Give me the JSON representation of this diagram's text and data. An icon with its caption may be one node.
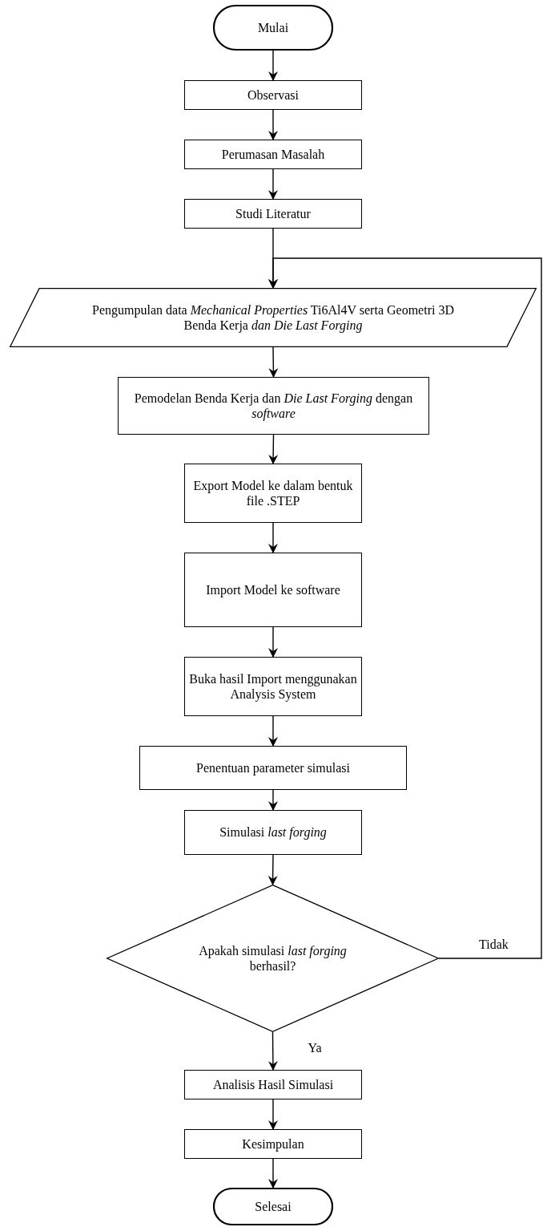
{
  "diagram": {
    "nodes": [
      {
        "text": [
          "Mulai"
        ]
      },
      {
        "text": [
          "Observasi"
        ]
      },
      {
        "text": [
          "Perumasan Masalah"
        ]
      },
      {
        "text": [
          "Studi Literatur"
        ]
      },
      {
        "text": [
          "Pengumpulan data *Mechanical Properties* Ti6Al4V serta Geometri 3D Benda Kerja *dan Die Last Forging*"
        ]
      },
      {
        "text": [
          "Pemodelan Benda Kerja dan *Die Last Forging* dengan *software*"
        ]
      },
      {
        "text": [
          "Export Model ke dalam bentuk file .STEP"
        ]
      },
      {
        "text": [
          "Import Model ke software"
        ]
      },
      {
        "text": [
          "Buka hasil Import menggunakan Analysis System"
        ]
      },
      {
        "text": [
          "Penentuan parameter simulasi"
        ]
      },
      {
        "text": [
          "Simulasi *last forging*"
        ]
      },
      {
        "text": [
          "Apakah simulasi *last forging* berhasil?"
        ]
      },
      {
        "text": [
          "Analisis Hasil Simulasi"
        ]
      },
      {
        "text": [
          "Kesimpulan"
        ]
      },
      {
        "text": [
          "Selesai"
        ]
      }
    ],
    "edges": [
      {
        "from": 0,
        "to": 1,
        "arrow": "to"
      },
      {
        "from": 1,
        "to": 2,
        "arrow": "to"
      },
      {
        "from": 2,
        "to": 3,
        "arrow": "to"
      },
      {
        "from": 3,
        "to": 4,
        "arrow": "to"
      },
      {
        "from": 4,
        "to": 5,
        "arrow": "to"
      },
      {
        "from": 5,
        "to": 6,
        "arrow": "to"
      },
      {
        "from": 6,
        "to": 7,
        "arrow": "to"
      },
      {
        "from": 7,
        "to": 8,
        "arrow": "to"
      },
      {
        "from": 8,
        "to": 9,
        "arrow": "to"
      },
      {
        "from": 9,
        "to": 10,
        "arrow": "to"
      },
      {
        "from": 10,
        "to": 11,
        "arrow": "to"
      },
      {
        "from": 11,
        "to": 12,
        "label": "Ya",
        "arrow": "to"
      },
      {
        "from": 11,
        "to": 4,
        "label": "Tidak",
        "arrow": "to"
      },
      {
        "from": 12,
        "to": 13,
        "arrow": "to"
      },
      {
        "from": 13,
        "to": 14,
        "arrow": "to"
      }
    ]
  }
}
